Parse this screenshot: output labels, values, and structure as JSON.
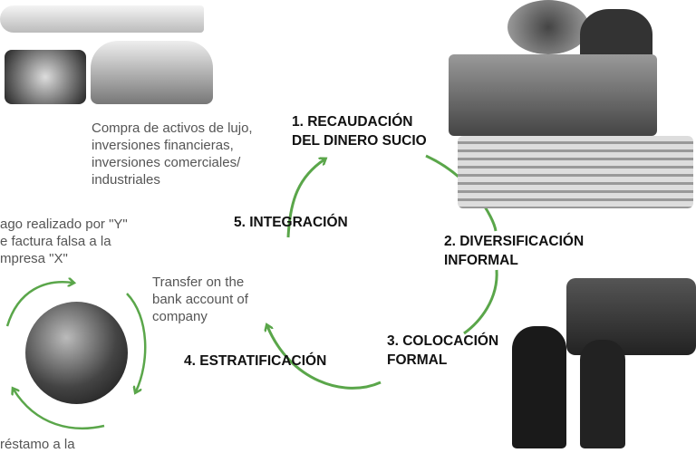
{
  "stages": [
    {
      "label_line1": "1. RECAUDACIÓN",
      "label_line2": "DEL DINERO SUCIO"
    },
    {
      "label_line1": "2. DIVERSIFICACIÓN",
      "label_line2": "INFORMAL"
    },
    {
      "label_line1": "3. COLOCACIÓN",
      "label_line2": "FORMAL"
    },
    {
      "label_line1": "4. ESTRATIFICACIÓN"
    },
    {
      "label_line1": "5. INTEGRACIÓN"
    }
  ],
  "notes": {
    "luxury": [
      "Compra de activos de lujo,",
      "inversiones financieras,",
      "inversiones comerciales/",
      "industriales"
    ],
    "payment": [
      "ago realizado por \"Y\"",
      "e factura falsa a la",
      "mpresa \"X\""
    ],
    "transfer": [
      "Transfer on the",
      "bank account of",
      "company"
    ],
    "loan": [
      "réstamo a la"
    ]
  },
  "colors": {
    "arrow": "#5aa64a",
    "heading": "#111111",
    "note": "#555555"
  },
  "icons": [
    "luxury-jet-car-jewels-photo",
    "trucks-cattle-money-photo",
    "armored-van-guards-photo",
    "globe-earth-photo"
  ]
}
